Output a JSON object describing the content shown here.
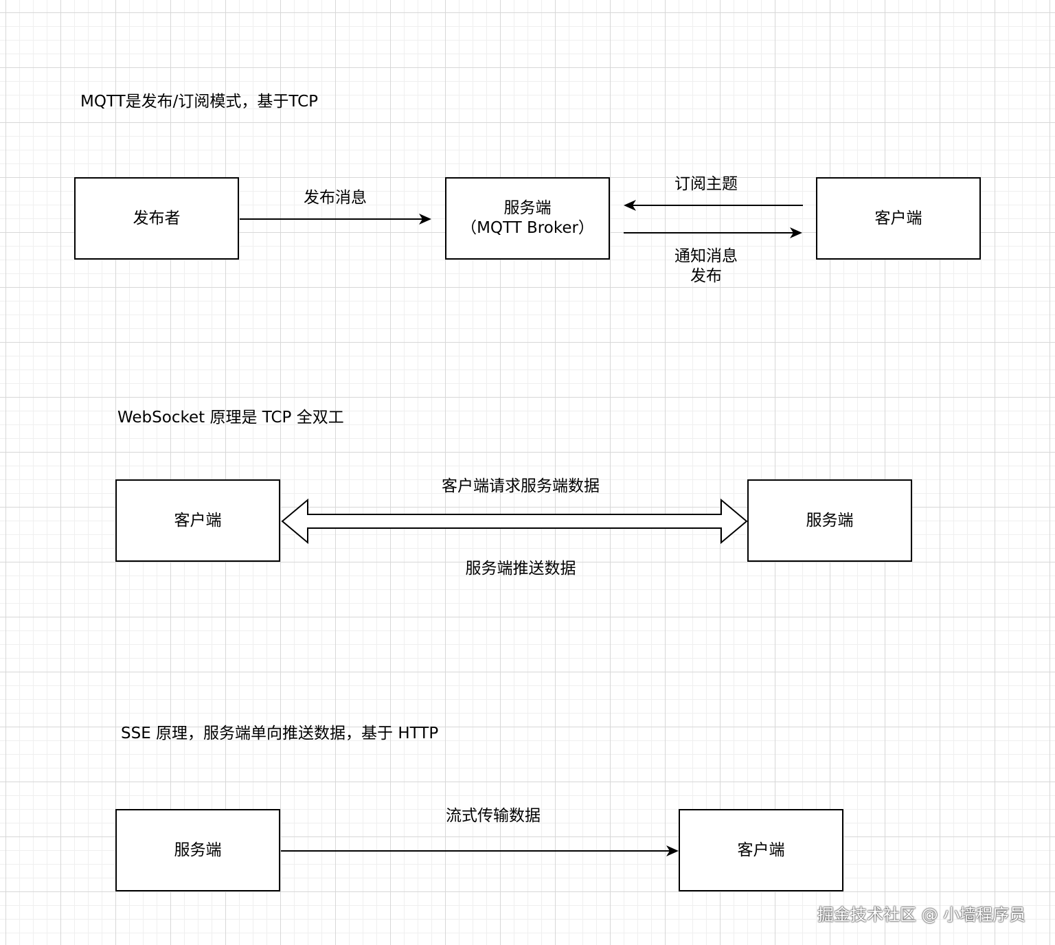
{
  "mqtt": {
    "heading": "MQTT是发布/订阅模式，基于TCP",
    "publisher": "发布者",
    "broker_line1": "服务端",
    "broker_line2": "（MQTT Broker）",
    "client": "客户端",
    "publish_label": "发布消息",
    "subscribe_label": "订阅主题",
    "notify_line1": "通知消息",
    "notify_line2": "发布"
  },
  "websocket": {
    "heading": "WebSocket 原理是 TCP 全双工",
    "client": "客户端",
    "server": "服务端",
    "request_label": "客户端请求服务端数据",
    "push_label": "服务端推送数据"
  },
  "sse": {
    "heading": "SSE 原理，服务端单向推送数据，基于 HTTP",
    "server": "服务端",
    "client": "客户端",
    "stream_label": "流式传输数据"
  },
  "watermark": "掘金技术社区 @ 小墙程序员"
}
